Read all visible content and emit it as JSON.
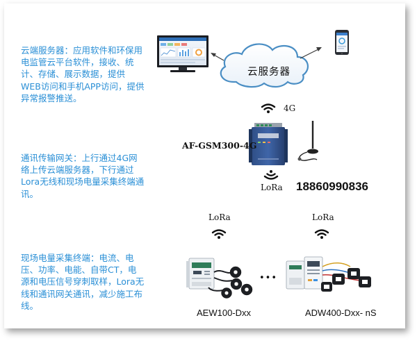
{
  "descriptions": {
    "cloud_server": "云端服务器：应用软件和环保用电监管云平台软件，接收、统计、存储、展示数据，提供WEB访问和手机APP访问，提供异常报警推送。",
    "gateway": "通讯传输网关：上行通过4G网络上传云端服务器，下行通过Lora无线和现场电量采集终端通讯。",
    "terminal": "现场电量采集终端：电流、电压、功率、电能、自带CT，电源和电压信号穿刺取样，Lora无线和通讯网关通讯，减少施工布线。"
  },
  "labels": {
    "cloud": "云服务器",
    "gateway_uplink": "4G",
    "gateway_model": "AF-GSM300-4G",
    "gateway_lora": "LoRa",
    "phone_number": "18860990836",
    "terminal_left_lora": "LoRa",
    "terminal_right_lora": "LoRa",
    "ellipsis": "•••",
    "terminal_left_model": "AEW100-Dxx",
    "terminal_right_model": "ADW400-Dxx- nS"
  },
  "icons": [
    "monitor-icon",
    "phone-icon",
    "cloud-icon",
    "wifi-icon",
    "gateway-device-icon",
    "antenna-icon",
    "meter-device-icon",
    "ct-clamp-icon"
  ],
  "colors": {
    "description_text": "#2a8fd6",
    "cloud_outline": "#4a8ec4",
    "label_text": "#111111"
  }
}
